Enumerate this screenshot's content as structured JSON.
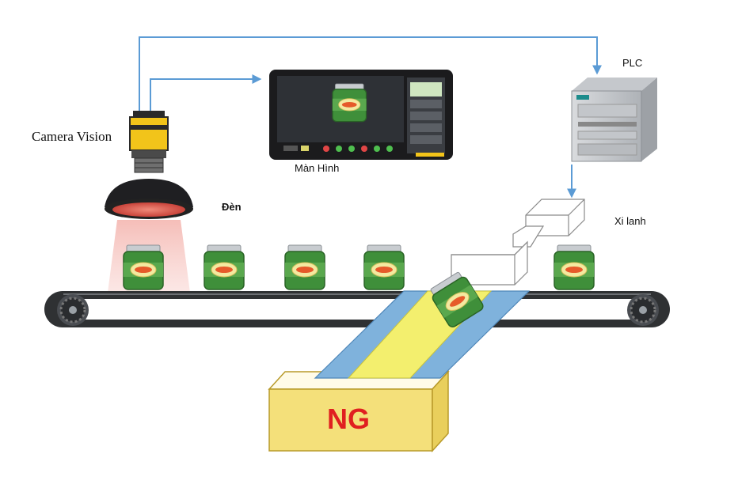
{
  "labels": {
    "camera": "Camera Vision",
    "screen": "Màn Hình",
    "lamp": "Đèn",
    "plc": "PLC",
    "cylinder": "Xi lanh",
    "reject_bin": "NG"
  },
  "colors": {
    "wire": "#5b9bd5",
    "jar_green": "#3f8f3a",
    "jar_label": "#e65a2a",
    "light": "#e8756a",
    "belt": "#2f3133",
    "chute_blue": "#7fb2dc",
    "chute_yellow": "#f3ef6e",
    "bin": "#f4e07a",
    "ng_text": "#e02020"
  }
}
